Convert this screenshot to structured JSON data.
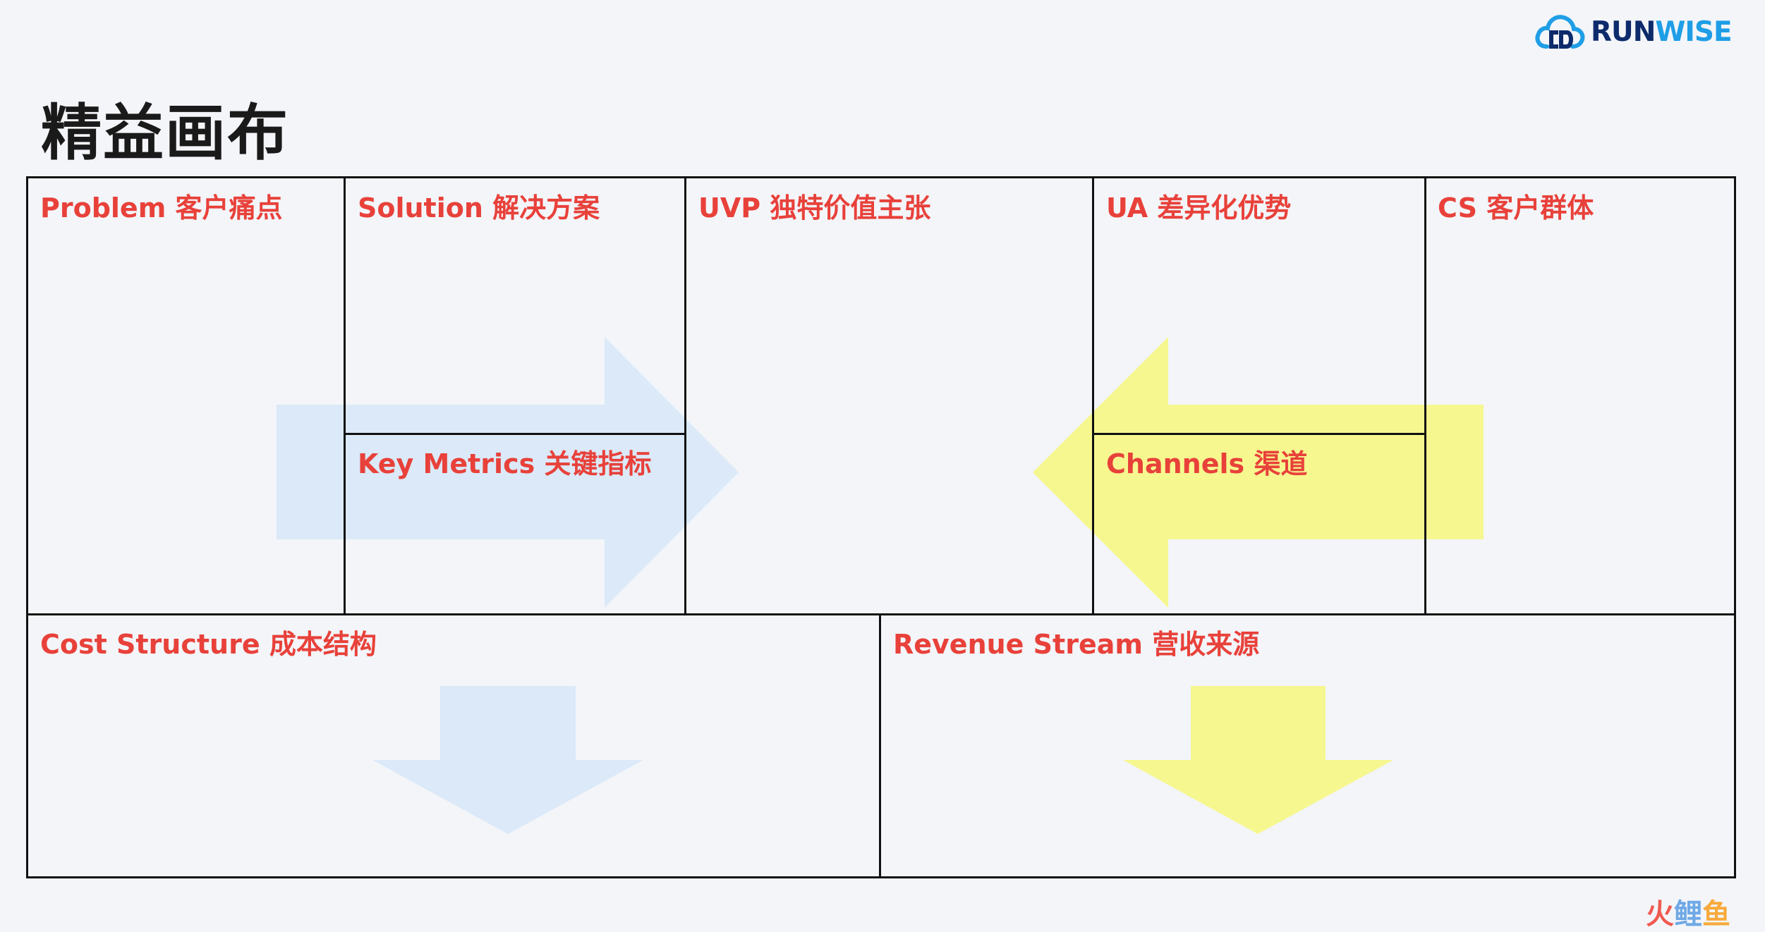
{
  "page": {
    "title": "精益画布"
  },
  "logo": {
    "run": "RUN",
    "wise": "WISE",
    "icon": "cloud-gd-icon"
  },
  "canvas": {
    "problem": "Problem 客户痛点",
    "solution": "Solution 解决方案",
    "key_metrics": "Key Metrics 关键指标",
    "uvp": "UVP 独特价值主张",
    "ua": "UA 差异化优势",
    "channels": "Channels 渠道",
    "cs": "CS 客户群体",
    "cost_structure": "Cost Structure 成本结构",
    "revenue_stream": "Revenue Stream 营收来源"
  },
  "watermark": {
    "c1": "火",
    "c2": "鲤",
    "c3": "鱼"
  },
  "colors": {
    "label": "#e8413a",
    "blue_arrow": "#dbe9f8",
    "yellow_arrow": "#f6f78f",
    "border": "#111111",
    "background": "#f3f5f9"
  }
}
